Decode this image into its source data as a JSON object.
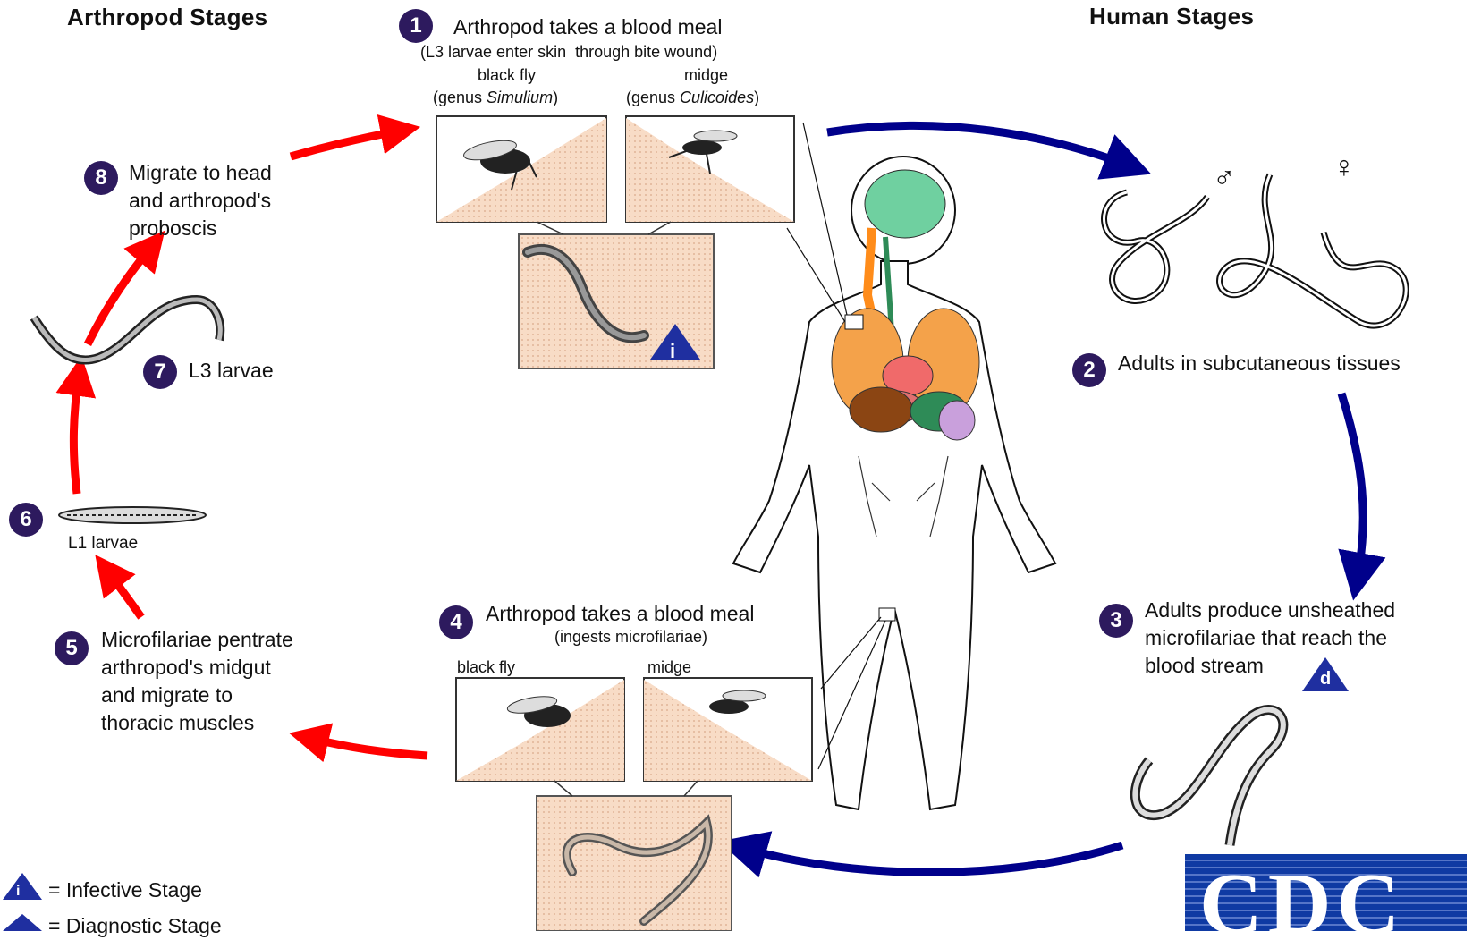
{
  "headers": {
    "arthropod": "Arthropod Stages",
    "human": "Human Stages"
  },
  "colors": {
    "step_badge": "#2d1a5e",
    "human_arrow": "#00008b",
    "arthropod_arrow": "#ff0000",
    "marker": "#1f2fa0",
    "zoom_bg": "#fbe2cc",
    "cdc_blue": "#0f3aa3"
  },
  "steps": {
    "s1": {
      "num": "1",
      "title": "Arthropod takes a blood meal",
      "sub": "(L3 larvae enter skin  through bite wound)"
    },
    "s2": {
      "num": "2",
      "text": "Adults in subcutaneous tissues"
    },
    "s3": {
      "num": "3",
      "line1": "Adults produce unsheathed",
      "line2": "microfilariae that reach the",
      "line3": "blood stream"
    },
    "s4": {
      "num": "4",
      "title": "Arthropod takes a blood meal",
      "sub": "(ingests microfilariae)"
    },
    "s5": {
      "num": "5",
      "line1": "Microfilariae pentrate",
      "line2": "arthropod's midgut",
      "line3": "and migrate to",
      "line4": "thoracic muscles"
    },
    "s6": {
      "num": "6",
      "text": "L1 larvae"
    },
    "s7": {
      "num": "7",
      "text": "L3 larvae"
    },
    "s8": {
      "num": "8",
      "line1": "Migrate to head",
      "line2": "and arthropod's",
      "line3": "proboscis"
    }
  },
  "vectors_top": {
    "blackfly": "black fly",
    "blackfly_genus_prefix": "(genus ",
    "blackfly_genus": "Simulium",
    "blackfly_genus_suffix": ")",
    "midge": "midge",
    "midge_genus_prefix": "(genus ",
    "midge_genus": "Culicoides",
    "midge_genus_suffix": ")"
  },
  "vectors_bottom": {
    "blackfly": "black fly",
    "midge": "midge"
  },
  "symbols": {
    "male": "♂",
    "female": "♀",
    "infective": "i",
    "diagnostic": "d"
  },
  "legend": {
    "infective": "= Infective Stage",
    "diagnostic": "= Diagnostic Stage"
  },
  "logo": {
    "text": "CDC"
  }
}
